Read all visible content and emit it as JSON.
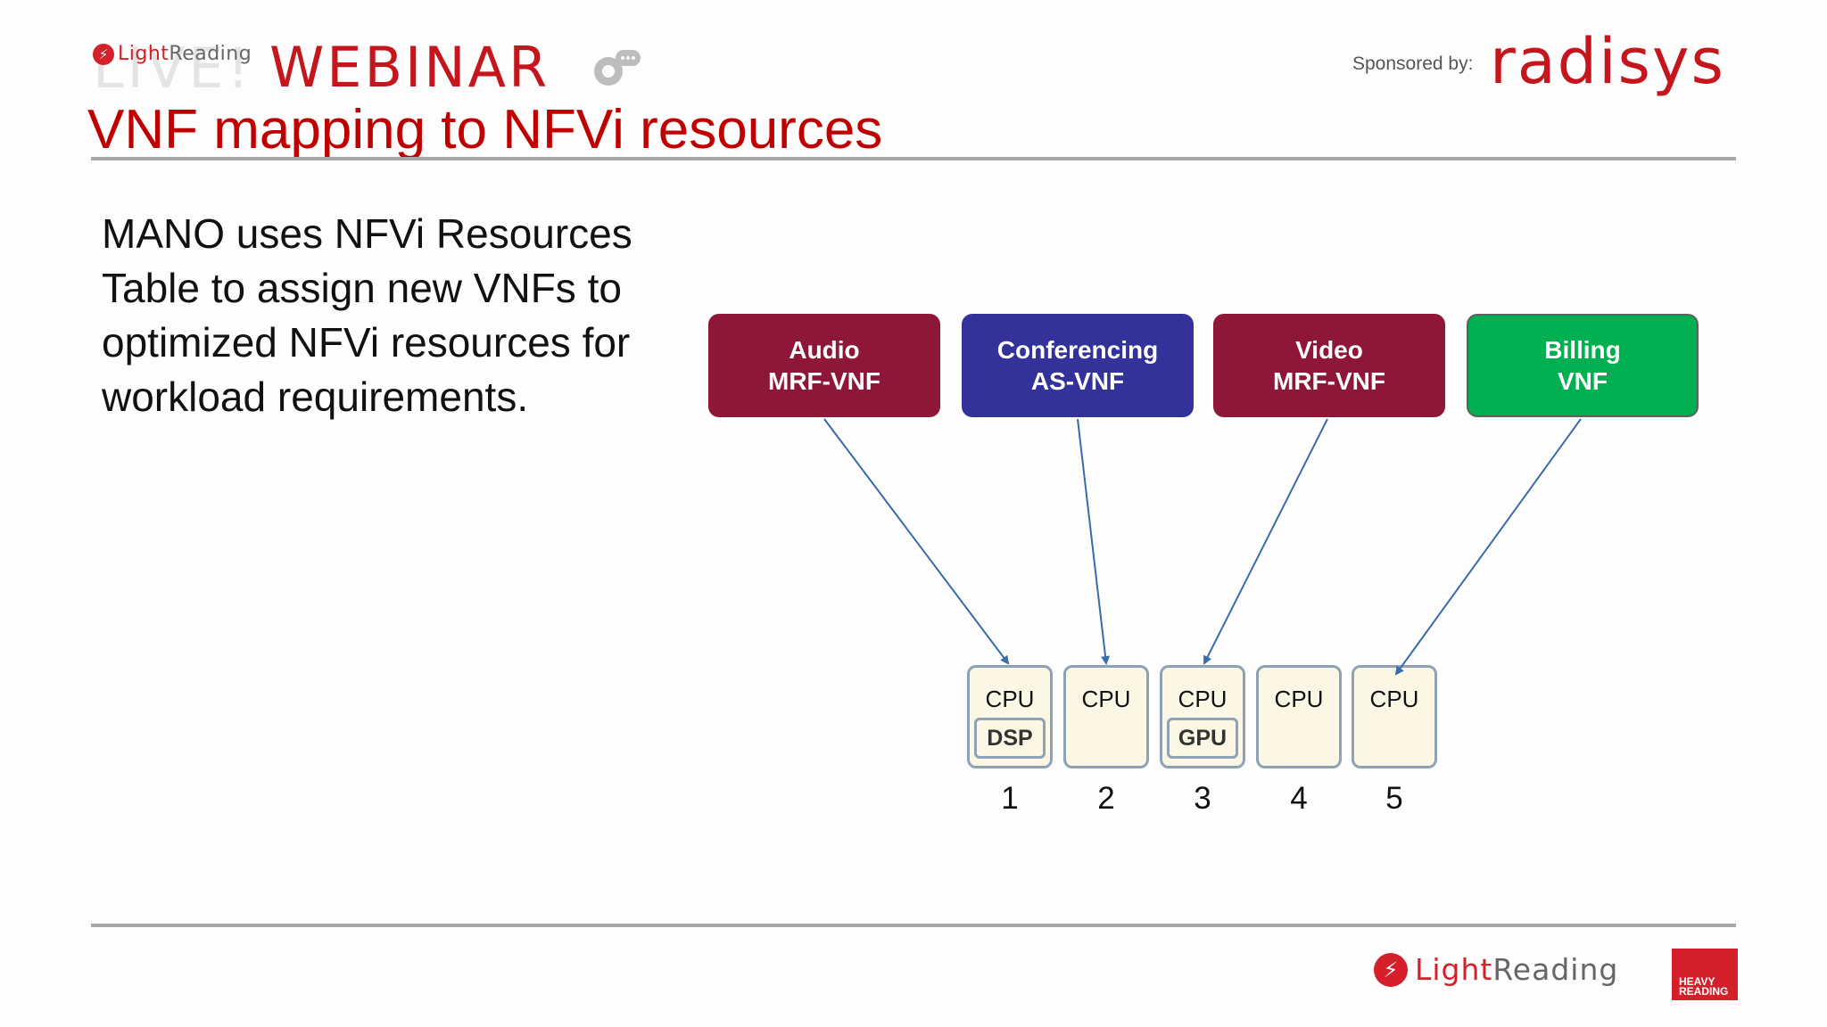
{
  "header": {
    "brand_light": "Light",
    "brand_reading": "Reading",
    "live_ghost": "LIVE!",
    "webinar": "WEBINAR",
    "sponsored_label": "Sponsored by:",
    "sponsor_name": "radisys"
  },
  "title": "VNF mapping to NFVi resources",
  "body_text": "MANO uses NFVi Resources Table to assign new VNFs to optimized NFVi resources for workload requirements.",
  "vnfs": [
    {
      "line1": "Audio",
      "line2": "MRF-VNF",
      "color": "#8e1737",
      "maps_to": 1
    },
    {
      "line1": "Conferencing",
      "line2": "AS-VNF",
      "color": "#32329a",
      "maps_to": 2
    },
    {
      "line1": "Video",
      "line2": "MRF-VNF",
      "color": "#8e1737",
      "maps_to": 3
    },
    {
      "line1": "Billing",
      "line2": "VNF",
      "color": "#00b050",
      "maps_to": 5
    }
  ],
  "resources": [
    {
      "cpu": "CPU",
      "accelerator": "DSP",
      "number": "1"
    },
    {
      "cpu": "CPU",
      "accelerator": "",
      "number": "2"
    },
    {
      "cpu": "CPU",
      "accelerator": "GPU",
      "number": "3"
    },
    {
      "cpu": "CPU",
      "accelerator": "",
      "number": "4"
    },
    {
      "cpu": "CPU",
      "accelerator": "",
      "number": "5"
    }
  ],
  "footer": {
    "brand_light": "Light",
    "brand_reading": "Reading",
    "heavy_line1": "HEAVY",
    "heavy_line2": "READING"
  },
  "colors": {
    "title_red": "#c00000",
    "arrow_blue": "#3a6bab",
    "slot_border": "#8da2b6",
    "slot_fill": "#fbf7e4"
  }
}
